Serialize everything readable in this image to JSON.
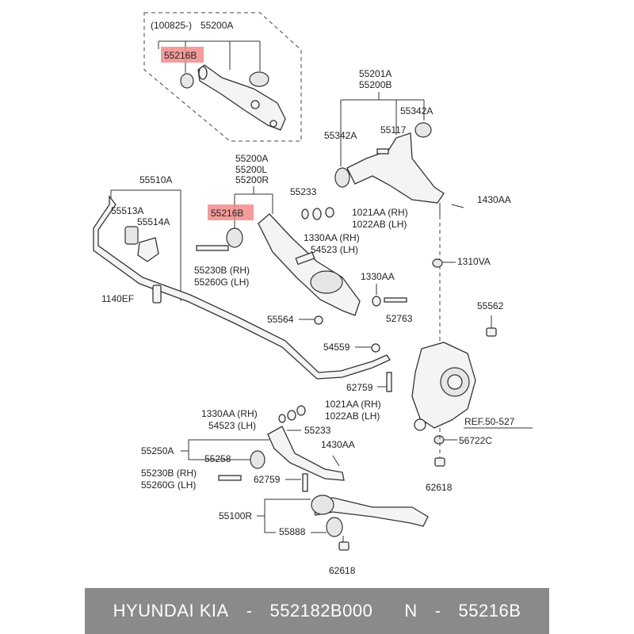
{
  "labels": {
    "upper_inset_date": "(100825-)",
    "upper_inset_part": "55200A",
    "highlight_top": "55216B",
    "upper_right_1": "55201A",
    "upper_right_2": "55200B",
    "p55342A_right": "55342A",
    "p55342A_left": "55342A",
    "p55117": "55117",
    "p1430AA_top": "1430AA",
    "mid_1": "55200A",
    "mid_2": "55200L",
    "mid_3": "55200R",
    "p55233_top": "55233",
    "highlight_mid": "55216B",
    "p1021AA_top": "1021AA (RH)",
    "p1022AB_top": "1022AB (LH)",
    "p1330AA_top": "1330AA (RH)",
    "p54523_top": "54523 (LH)",
    "p55230B_top": "55230B (RH)",
    "p55260G_top": "55260G (LH)",
    "p55510A": "55510A",
    "p55513A": "55513A",
    "p55514A": "55514A",
    "p1140EF": "1140EF",
    "p1310VA": "1310VA",
    "p1330AA_mid": "1330AA",
    "p52763": "52763",
    "p55564": "55564",
    "p55562": "55562",
    "p54559": "54559",
    "p62759_a": "62759",
    "ref": "REF.50-527",
    "p1330AA_low": "1330AA (RH)",
    "p54523_low": "54523 (LH)",
    "p1021AA_low": "1021AA (RH)",
    "p1022AB_low": "1022AB (LH)",
    "p55233_low": "55233",
    "p56722C": "56722C",
    "p55250A": "55250A",
    "p55258": "55258",
    "p1430AA_low": "1430AA",
    "p55230B_low": "55230B (RH)",
    "p55260G_low": "55260G (LH)",
    "p62759_b": "62759",
    "p62618_a": "62618",
    "p55100R": "55100R",
    "p55888": "55888",
    "p62618_b": "62618"
  },
  "footer": {
    "brand": "HYUNDAI  KIA",
    "dash1": "-",
    "part_number": "552182B000",
    "n_label": "N",
    "dash2": "-",
    "diagram_code": "55216B"
  },
  "colors": {
    "highlight": "#f28b8b",
    "footer_bg": "#8a8a8a"
  }
}
